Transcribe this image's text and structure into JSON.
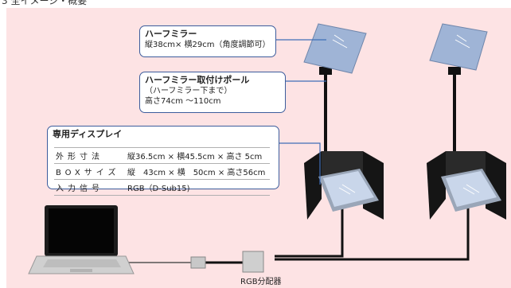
{
  "header": {
    "text": "3 全イメージ・概要"
  },
  "callouts": {
    "half_mirror": {
      "title": "ハーフミラー",
      "line1": "縦38cm× 横29cm（角度調節可）"
    },
    "pole": {
      "title": "ハーフミラー取付けポール",
      "line1": "（ハーフミラー下まで）",
      "line2": "高さ74cm ～110cm"
    },
    "display": {
      "title": "専用ディスプレイ",
      "rows": [
        {
          "key": "外形寸法",
          "value": "縦36.5cm × 横45.5cm × 高さ 5cm"
        },
        {
          "key": "BOXサイズ",
          "value": "縦　43cm × 横　50cm × 高さ56cm"
        },
        {
          "key": "入力信号",
          "value": "RGB（D-Sub15)"
        }
      ]
    }
  },
  "splitter_label": "RGB分配器",
  "colors": {
    "panel_bg": "#fde3e4",
    "callout_border": "#3c5c9c",
    "leader_line": "#3f6fb8"
  }
}
